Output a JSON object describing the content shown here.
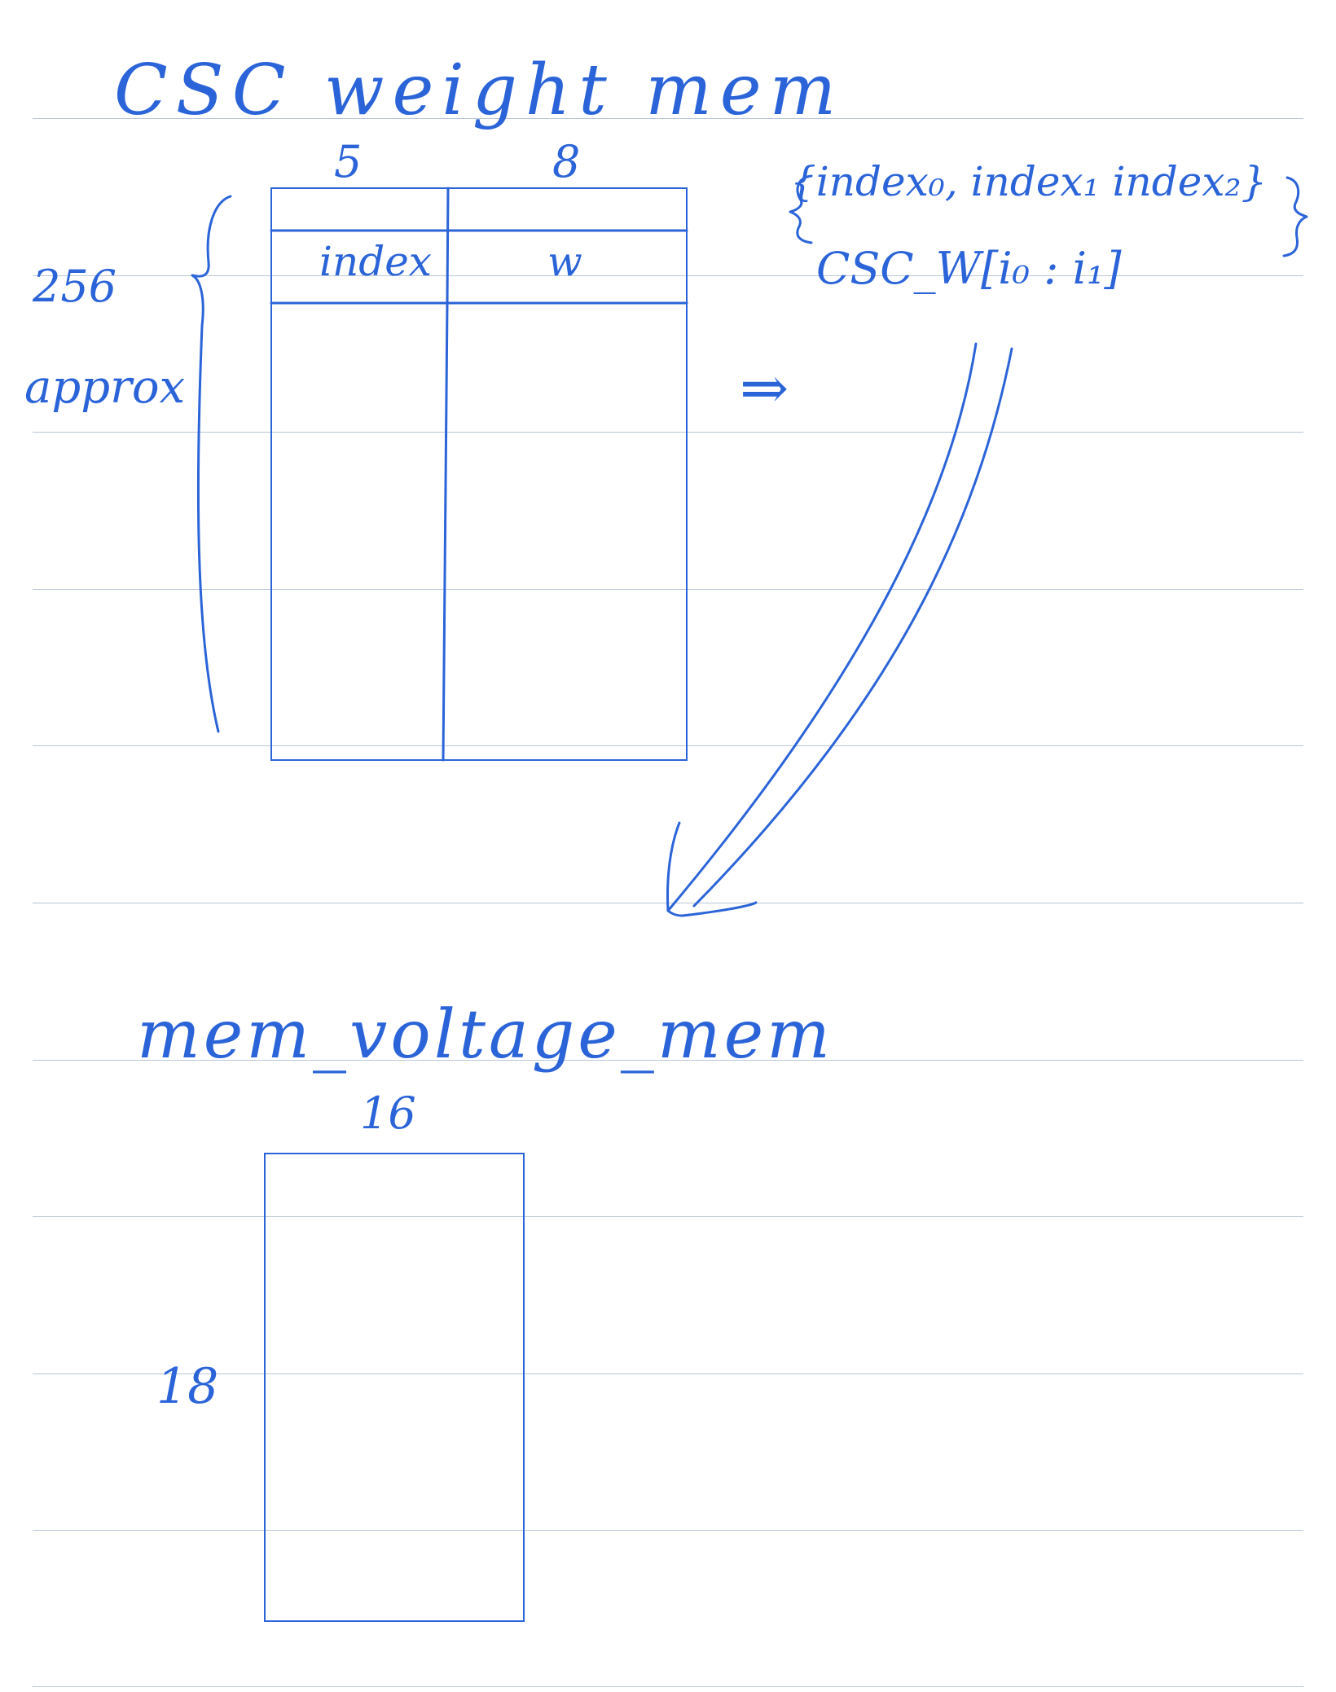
{
  "weight_mem": {
    "title": "CSC weight mem",
    "col_width_index": "5",
    "col_width_w": "8",
    "depth": "256",
    "depth_note": "approx",
    "col_label_index": "index",
    "col_label_w": "w"
  },
  "output": {
    "line1": "{index₀, index₁ index₂}",
    "line2": "CSC_W[i₀ : i₁]",
    "implies": "⇒"
  },
  "voltage_mem": {
    "title": "mem_voltage_mem",
    "width": "16",
    "depth": "18"
  },
  "colors": {
    "ink": "#2b64d8",
    "rule": "#b9c6d6"
  }
}
